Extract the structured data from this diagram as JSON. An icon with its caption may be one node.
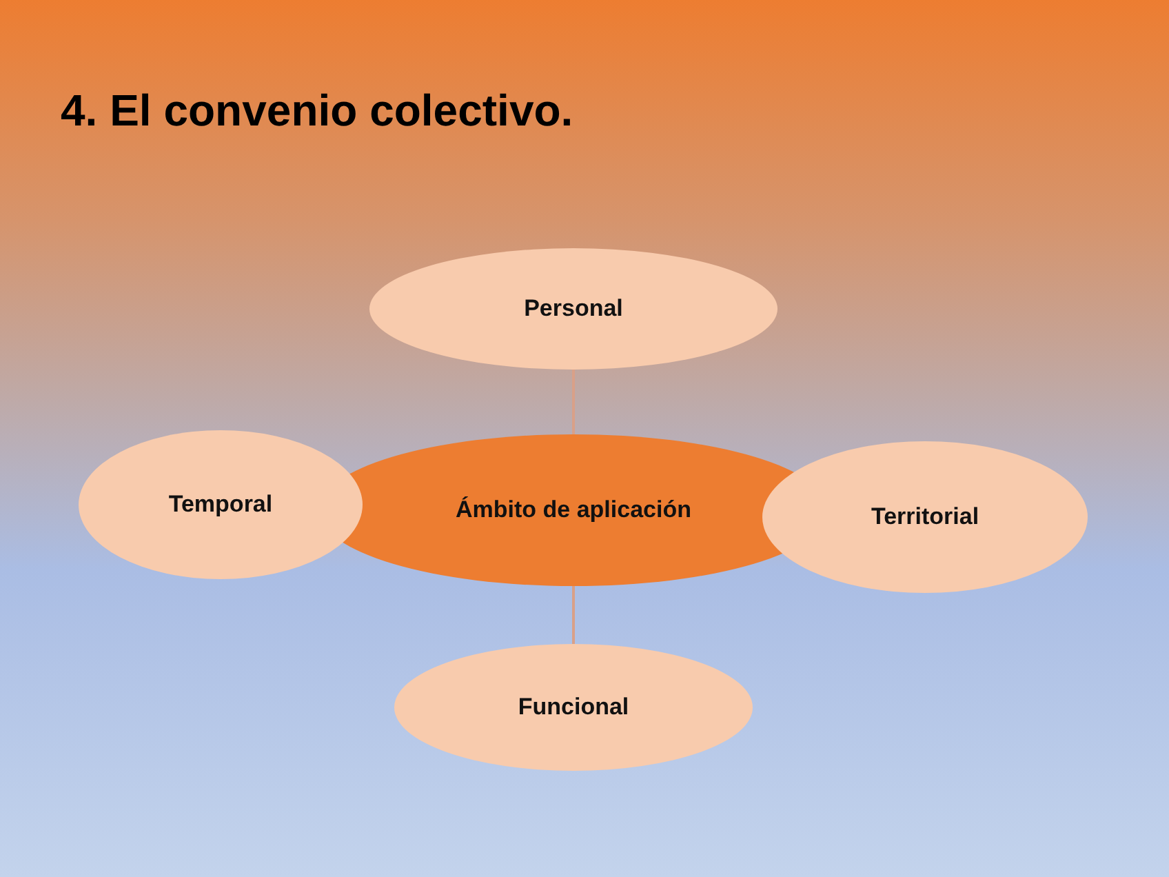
{
  "diagram": {
    "title": "4. El convenio colectivo.",
    "nodes": [
      {
        "text": [
          "Personal"
        ]
      },
      {
        "text": [
          "Temporal"
        ]
      },
      {
        "text": [
          "Ámbito de aplicación"
        ]
      },
      {
        "text": [
          "Territorial"
        ]
      },
      {
        "text": [
          "Funcional"
        ]
      }
    ],
    "edges": [
      {
        "from": 2,
        "to": 0,
        "arrow": "none"
      },
      {
        "from": 2,
        "to": 4,
        "arrow": "none"
      }
    ]
  }
}
